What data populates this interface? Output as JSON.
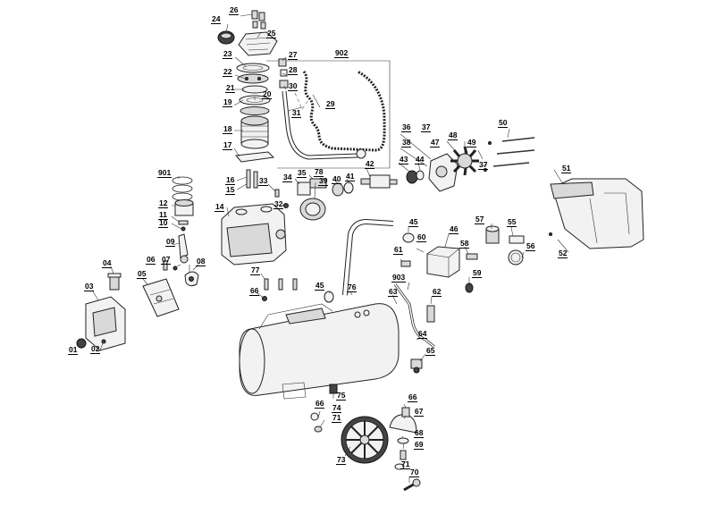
{
  "labels": {
    "l01": "01",
    "l02": "02",
    "l03": "03",
    "l04": "04",
    "l05": "05",
    "l06": "06",
    "l07": "07",
    "l08": "08",
    "l09": "09",
    "l10": "10",
    "l11": "11",
    "l12": "12",
    "l14": "14",
    "l15": "15",
    "l16": "16",
    "l17": "17",
    "l18": "18",
    "l19": "19",
    "l20": "20",
    "l21": "21",
    "l22": "22",
    "l23": "23",
    "l24": "24",
    "l25": "25",
    "l26": "26",
    "l27": "27",
    "l28": "28",
    "l29": "29",
    "l30": "30",
    "l31": "31",
    "l32": "32",
    "l33": "33",
    "l34": "34",
    "l35": "35",
    "l36": "36",
    "l37a": "37",
    "l37b": "37",
    "l38": "38",
    "l39": "39",
    "l40": "40",
    "l41": "41",
    "l42": "42",
    "l43": "43",
    "l44": "44",
    "l45a": "45",
    "l45b": "45",
    "l46": "46",
    "l47": "47",
    "l48": "48",
    "l49": "49",
    "l50": "50",
    "l51": "51",
    "l52": "52",
    "l55": "55",
    "l56": "56",
    "l57": "57",
    "l58": "58",
    "l59": "59",
    "l60": "60",
    "l61": "61",
    "l62": "62",
    "l63": "63",
    "l64": "64",
    "l65": "65",
    "l66a": "66",
    "l66b": "66",
    "l66c": "66",
    "l67": "67",
    "l68": "68",
    "l69": "69",
    "l70": "70",
    "l71a": "71",
    "l71b": "71",
    "l73": "73",
    "l74": "74",
    "l75": "75",
    "l76": "76",
    "l77": "77",
    "l78": "78",
    "l901": "901",
    "l902": "902",
    "l903": "903"
  }
}
